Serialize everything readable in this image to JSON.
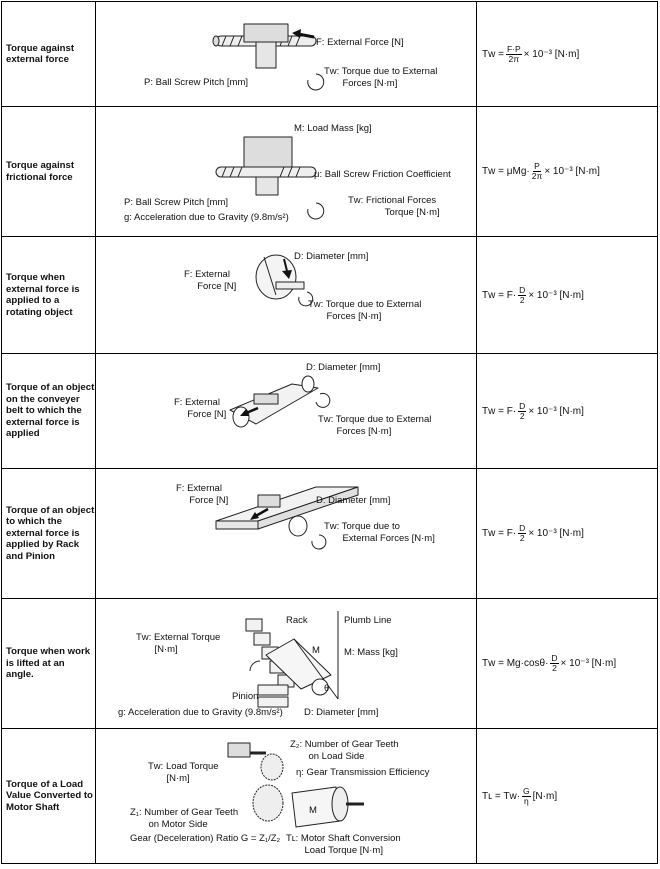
{
  "rows": [
    {
      "label": "Torque against external force",
      "labels": {
        "force": "F: External Force [N]",
        "pitch": "P: Ball Screw Pitch [mm]",
        "tw": "Tᴡ: Torque due to External\n       Forces [N·m]"
      },
      "formula": {
        "lhs": "Tᴡ = ",
        "num": "F·P",
        "den": "2π",
        "rhs": "× 10⁻³ [N·m]"
      }
    },
    {
      "label": "Torque against frictional force",
      "labels": {
        "mass": "M: Load Mass [kg]",
        "mu": "μ: Ball Screw Friction Coefficient",
        "pitch": "P: Ball Screw Pitch [mm]",
        "tw": "Tᴡ: Frictional Forces\n              Torque [N·m]",
        "g": "g: Acceleration due to Gravity (9.8m/s²)"
      },
      "formula": {
        "lhs": "Tᴡ = μMg·",
        "num": "P",
        "den": "2π",
        "rhs": "× 10⁻³ [N·m]"
      }
    },
    {
      "label": "Torque when external force is applied to a rotating object",
      "labels": {
        "diameter": "D: Diameter [mm]",
        "force": "F: External\n     Force [N]",
        "tw": "Tᴡ: Torque due to External\n       Forces [N·m]"
      },
      "formula": {
        "lhs": "Tᴡ = F·",
        "num": "D",
        "den": "2",
        "rhs": "× 10⁻³ [N·m]"
      }
    },
    {
      "label": "Torque of an object on the conveyer belt to which the external force is applied",
      "labels": {
        "diameter": "D: Diameter [mm]",
        "force": "F: External\n     Force [N]",
        "tw": "Tᴡ: Torque due to External\n       Forces [N·m]"
      },
      "formula": {
        "lhs": "Tᴡ = F·",
        "num": "D",
        "den": "2",
        "rhs": "× 10⁻³ [N·m]"
      }
    },
    {
      "label": "Torque of an object to which the external force is applied by Rack and Pinion",
      "labels": {
        "force": "F: External\n     Force [N]",
        "diameter": "D: Diameter [mm]",
        "tw": "Tᴡ: Torque due to\n       External Forces [N·m]"
      },
      "formula": {
        "lhs": "Tᴡ = F·",
        "num": "D",
        "den": "2",
        "rhs": "× 10⁻³ [N·m]"
      }
    },
    {
      "label": "Torque when work is lifted at an angle.",
      "labels": {
        "rack": "Rack",
        "plumb": "Plumb Line",
        "tw": "Tᴡ: External Torque\n       [N·m]",
        "m_short": "M",
        "mass": "M: Mass [kg]",
        "theta": "θ",
        "pinion": "Pinion",
        "g": "g: Acceleration due to Gravity (9.8m/s²)",
        "diameter": "D: Diameter [mm]"
      },
      "formula": {
        "lhs": "Tᴡ = Mg·cosθ·",
        "num": "D",
        "den": "2",
        "rhs": "× 10⁻³ [N·m]"
      }
    },
    {
      "label": "Torque of a Load Value Converted to Motor Shaft",
      "labels": {
        "z2": "Z₂: Number of Gear Teeth\n       on Load Side",
        "eta": "η: Gear Transmission Efficiency",
        "tw": "Tᴡ: Load Torque\n       [N·m]",
        "m_short": "M",
        "z1": "Z₁: Number of Gear Teeth\n       on Motor Side",
        "ratio": "Gear (Deceleration) Ratio G = Z₁/Z₂",
        "tl": "Tʟ: Motor Shaft Conversion\n       Load Torque [N·m]"
      },
      "formula": {
        "lhs": "Tʟ = Tᴡ·",
        "num": "G",
        "den": "η",
        "rhs": "[N·m]"
      }
    }
  ]
}
